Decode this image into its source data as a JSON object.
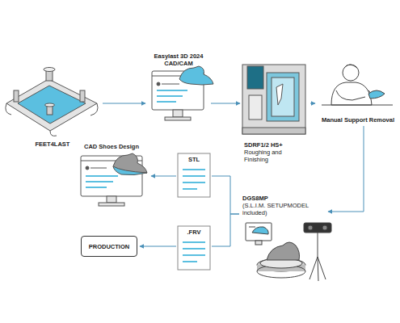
{
  "diagram": {
    "nodes": [
      {
        "text": [
          "FEET4LAST"
        ]
      },
      {
        "text": [
          "Easylast 3D 2024 CAD/CAM"
        ]
      },
      {
        "text": [
          "SDRF1/2 HS+",
          "Roughing and Finishing"
        ]
      },
      {
        "text": [
          "Manual Support Removal"
        ]
      },
      {
        "text": [
          "DGS8MP",
          "(S.L.I.M. SETUPMODEL included)"
        ]
      },
      {
        "text": [
          "STL"
        ]
      },
      {
        "text": [
          ".FRV"
        ]
      },
      {
        "text": [
          "CAD Shoes Design"
        ]
      },
      {
        "text": [
          "PRODUCTION"
        ]
      }
    ],
    "edges": [
      {
        "from": 0,
        "to": 1,
        "arrow": "to"
      },
      {
        "from": 1,
        "to": 2,
        "arrow": "to"
      },
      {
        "from": 2,
        "to": 3,
        "arrow": "to"
      },
      {
        "from": 3,
        "to": 4,
        "arrow": "to"
      },
      {
        "from": 4,
        "to": 5,
        "arrow": "none"
      },
      {
        "from": 4,
        "to": 6,
        "arrow": "none"
      },
      {
        "from": 5,
        "to": 7,
        "arrow": "to"
      },
      {
        "from": 6,
        "to": 8,
        "arrow": "to"
      }
    ]
  }
}
